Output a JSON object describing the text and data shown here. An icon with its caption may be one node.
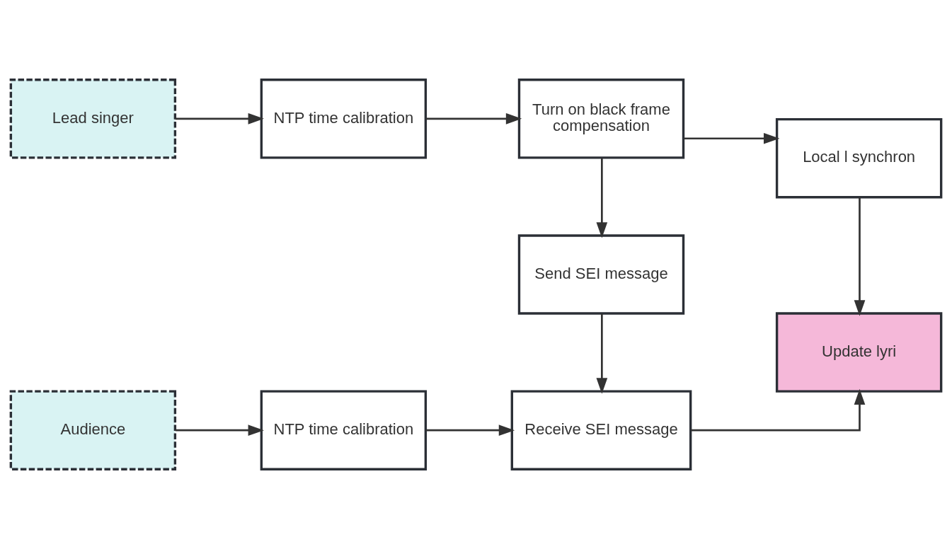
{
  "diagram": {
    "nodes": [
      {
        "text": [
          "Lead singer"
        ]
      },
      {
        "text": [
          "NTP time calibration"
        ]
      },
      {
        "text": [
          "Turn on black frame compensation"
        ]
      },
      {
        "text": [
          "Local l synchron"
        ]
      },
      {
        "text": [
          "Send SEI message"
        ]
      },
      {
        "text": [
          "Audience"
        ]
      },
      {
        "text": [
          "NTP time calibration"
        ]
      },
      {
        "text": [
          "Receive SEI message"
        ]
      },
      {
        "text": [
          "Update lyri"
        ]
      }
    ],
    "edges": [
      {
        "from": 0,
        "to": 1,
        "arrow": "to"
      },
      {
        "from": 1,
        "to": 2,
        "arrow": "to"
      },
      {
        "from": 2,
        "to": 3,
        "arrow": "to"
      },
      {
        "from": 2,
        "to": 4,
        "arrow": "to"
      },
      {
        "from": 4,
        "to": 7,
        "arrow": "to"
      },
      {
        "from": 3,
        "to": 8,
        "arrow": "to"
      },
      {
        "from": 5,
        "to": 6,
        "arrow": "to"
      },
      {
        "from": 6,
        "to": 7,
        "arrow": "to"
      },
      {
        "from": 7,
        "to": 8,
        "arrow": "to"
      }
    ]
  }
}
